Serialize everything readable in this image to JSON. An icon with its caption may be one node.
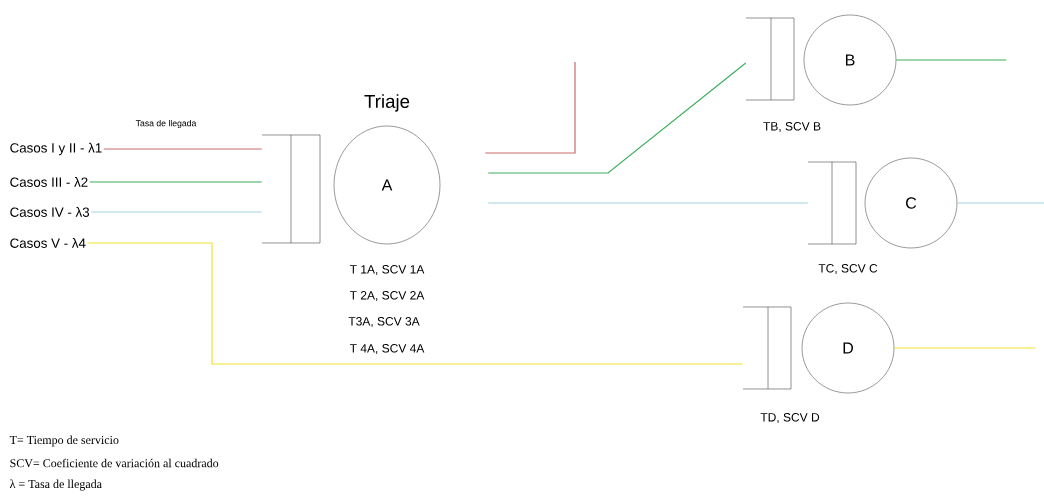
{
  "diagram": {
    "nodes": [
      {
        "text": [
          "Casos I y II - λ1"
        ]
      },
      {
        "text": [
          "Casos III - λ2"
        ]
      },
      {
        "text": [
          "Casos IV - λ3"
        ]
      },
      {
        "text": [
          "Casos V - λ4"
        ]
      },
      {
        "text": [],
        "shape": "box"
      },
      {
        "text": [
          "Triaje",
          "A"
        ],
        "beside": [
          "T 1A, SCV 1A",
          "T 2A, SCV 2A",
          "T3A, SCV 3A",
          "T 4A, SCV 4A"
        ]
      },
      {
        "text": [],
        "shape": "box"
      },
      {
        "text": [
          "B"
        ],
        "beside": [
          "TB, SCV B"
        ]
      },
      {
        "text": [],
        "shape": "box"
      },
      {
        "text": [
          "C"
        ],
        "beside": [
          "TC, SCV C"
        ]
      },
      {
        "text": [],
        "shape": "box"
      },
      {
        "text": [
          "D"
        ],
        "beside": [
          "TD, SCV D"
        ]
      }
    ],
    "edges": [
      {
        "from": 0,
        "to": 4,
        "arrow": "none",
        "color": "#cc6b6b"
      },
      {
        "from": 1,
        "to": 4,
        "arrow": "none",
        "color": "#3cae5c"
      },
      {
        "from": 2,
        "to": 4,
        "arrow": "none",
        "color": "#9fd3e0"
      },
      {
        "from": 3,
        "to": 10,
        "arrow": "none",
        "color": "#f2e130"
      },
      {
        "from": 5,
        "to": null,
        "arrow": "none",
        "color": "#cc6b6b"
      },
      {
        "from": 5,
        "to": 6,
        "arrow": "none",
        "color": "#3cae5c"
      },
      {
        "from": 5,
        "to": 8,
        "arrow": "none",
        "color": "#9fd3e0"
      },
      {
        "from": 7,
        "to": null,
        "arrow": "none",
        "color": "#3cae5c"
      },
      {
        "from": 9,
        "to": null,
        "arrow": "none",
        "color": "#9fd3e0"
      },
      {
        "from": 11,
        "to": null,
        "arrow": "none",
        "color": "#f2e130"
      }
    ],
    "labels": [
      "Tasa de llegada",
      "T= Tiempo de servicio",
      "SCV= Coeficiente de variación al cuadrado",
      "λ = Tasa de llegada"
    ]
  }
}
